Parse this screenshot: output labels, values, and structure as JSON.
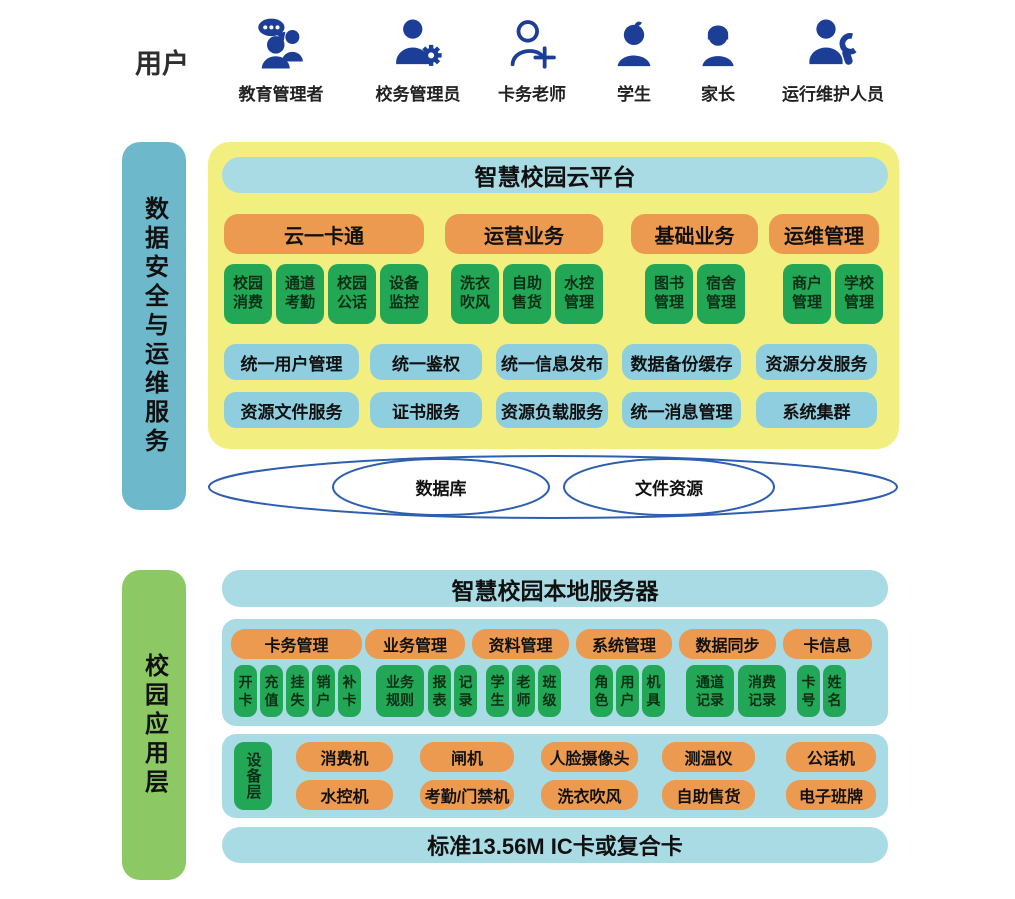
{
  "users": {
    "label": "用户",
    "roles": [
      {
        "label": "教育管理者",
        "icon": "people-chat-icon"
      },
      {
        "label": "校务管理员",
        "icon": "person-gear-icon"
      },
      {
        "label": "卡务老师",
        "icon": "person-plus-icon"
      },
      {
        "label": "学生",
        "icon": "student-icon"
      },
      {
        "label": "家长",
        "icon": "parent-icon"
      },
      {
        "label": "运行维护人员",
        "icon": "person-wrench-icon"
      }
    ]
  },
  "cloud": {
    "side_label": "数据安全与运维服务",
    "platform_title": "智慧校园云平台",
    "groups": [
      {
        "title": "云一卡通",
        "items": [
          "校园消费",
          "通道考勤",
          "校园公话",
          "设备监控"
        ]
      },
      {
        "title": "运营业务",
        "items": [
          "洗衣吹风",
          "自助售货",
          "水控管理"
        ]
      },
      {
        "title": "基础业务",
        "items": [
          "图书管理",
          "宿舍管理"
        ]
      },
      {
        "title": "运维管理",
        "items": [
          "商户管理",
          "学校管理"
        ]
      }
    ],
    "services_row1": [
      "统一用户管理",
      "统一鉴权",
      "统一信息发布",
      "数据备份缓存",
      "资源分发服务"
    ],
    "services_row2": [
      "资源文件服务",
      "证书服务",
      "资源负载服务",
      "统一消息管理",
      "系统集群"
    ],
    "storage": [
      "数据库",
      "文件资源"
    ]
  },
  "local": {
    "side_label": "校园应用层",
    "server_title": "智慧校园本地服务器",
    "modules": [
      {
        "title": "卡务管理",
        "items": [
          "开卡",
          "充值",
          "挂失",
          "销户",
          "补卡"
        ]
      },
      {
        "title": "业务管理",
        "items": [
          "业务规则",
          "报表",
          "记录"
        ]
      },
      {
        "title": "资料管理",
        "items": [
          "学生",
          "老师",
          "班级"
        ]
      },
      {
        "title": "系统管理",
        "items": [
          "角色",
          "用户",
          "机具"
        ]
      },
      {
        "title": "数据同步",
        "items": [
          "通道记录",
          "消费记录"
        ]
      },
      {
        "title": "卡信息",
        "items": [
          "卡号",
          "姓名"
        ]
      }
    ],
    "device_layer": {
      "label": "设备层",
      "row1": [
        "消费机",
        "闸机",
        "人脸摄像头",
        "测温仪",
        "公话机"
      ],
      "row2": [
        "水控机",
        "考勤/门禁机",
        "洗衣吹风",
        "自助售货",
        "电子班牌"
      ]
    },
    "card_standard": "标准13.56M IC卡或复合卡"
  },
  "colors": {
    "icon_navy": "#1c3e97",
    "teal_bar": "#6db8ca",
    "yellow_panel": "#f2ef80",
    "light_blue": "#a9dbe4",
    "service_blue": "#8ecede",
    "orange": "#eb9a4f",
    "green": "#22a757",
    "green_bar": "#8cc863",
    "ellipse_stroke": "#2e5fae"
  }
}
